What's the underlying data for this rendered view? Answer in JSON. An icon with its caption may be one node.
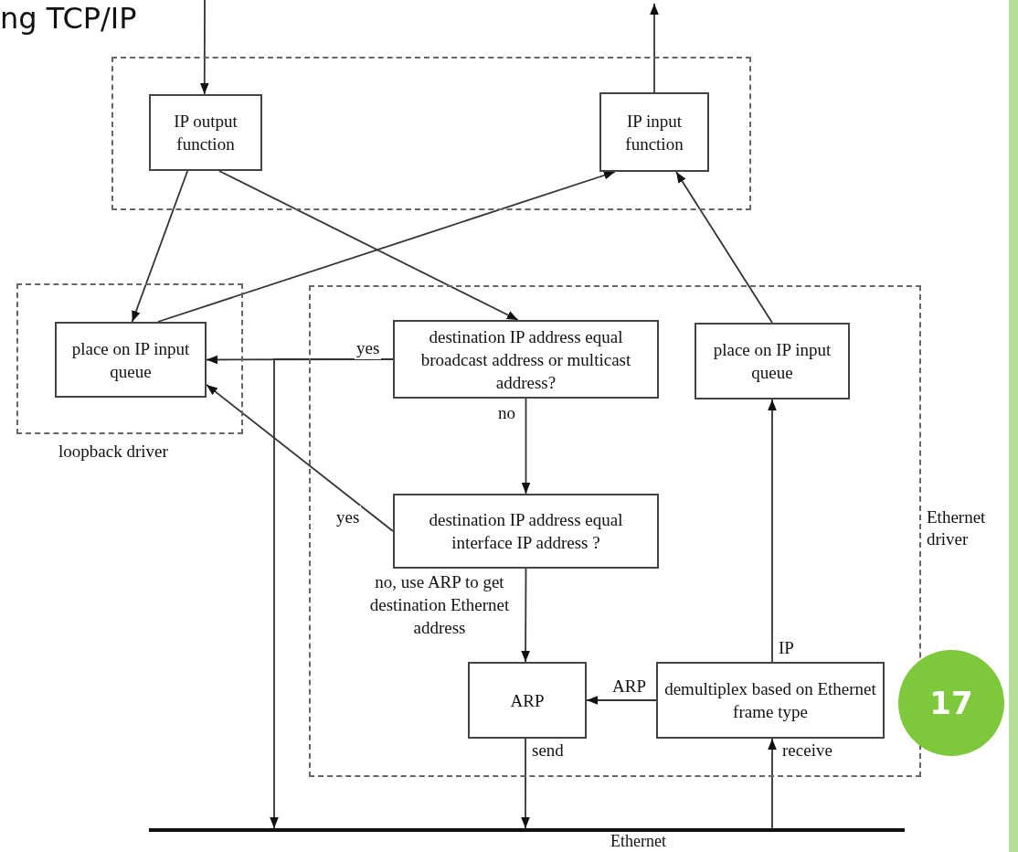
{
  "diagram": {
    "title": "ng TCP/IP",
    "nodes": [
      {
        "text": [],
        "shape": "box"
      },
      {
        "text": [
          "IP output function"
        ],
        "in": 0
      },
      {
        "text": [
          "IP input function"
        ],
        "in": 0
      },
      {
        "text": [
          "loopback driver"
        ]
      },
      {
        "text": [
          "place on IP input queue"
        ],
        "in": 3
      },
      {
        "text": [
          "Ethernet driver"
        ]
      },
      {
        "text": [
          "destination IP address equal broadcast address or multicast address?"
        ],
        "in": 5
      },
      {
        "text": [
          "place on IP input queue"
        ],
        "in": 5
      },
      {
        "text": [
          "destination IP address equal interface IP address ?"
        ],
        "in": 5
      },
      {
        "text": [
          "ARP"
        ],
        "in": 5
      },
      {
        "text": [
          "demultiplex based on Ethernet frame type"
        ],
        "in": 5
      },
      {
        "text": [
          "Ethernet"
        ]
      }
    ],
    "edges": [
      {
        "from": null,
        "to": 1,
        "arrow": "to"
      },
      {
        "from": 2,
        "to": null,
        "arrow": "to"
      },
      {
        "from": 1,
        "to": 4,
        "arrow": "to"
      },
      {
        "from": 1,
        "to": 6,
        "arrow": "to"
      },
      {
        "from": 4,
        "to": 2,
        "arrow": "to"
      },
      {
        "from": 7,
        "to": 2,
        "arrow": "to"
      },
      {
        "from": 6,
        "to": 4,
        "arrow": "to",
        "label": "yes"
      },
      {
        "from": 6,
        "to": 11,
        "arrow": "to"
      },
      {
        "from": 6,
        "to": 8,
        "arrow": "to",
        "label": "no"
      },
      {
        "from": 8,
        "to": 4,
        "arrow": "to",
        "label": "yes"
      },
      {
        "from": 8,
        "to": 9,
        "arrow": "to",
        "label": "no, use ARP to get destination Ethernet address"
      },
      {
        "from": 10,
        "to": 9,
        "arrow": "to",
        "label": "ARP"
      },
      {
        "from": 10,
        "to": 7,
        "arrow": "to",
        "label": "IP"
      },
      {
        "from": 9,
        "to": 11,
        "arrow": "to",
        "label": "send"
      },
      {
        "from": 11,
        "to": 10,
        "arrow": "to",
        "label": "receive"
      }
    ],
    "labels": [
      "17"
    ]
  }
}
